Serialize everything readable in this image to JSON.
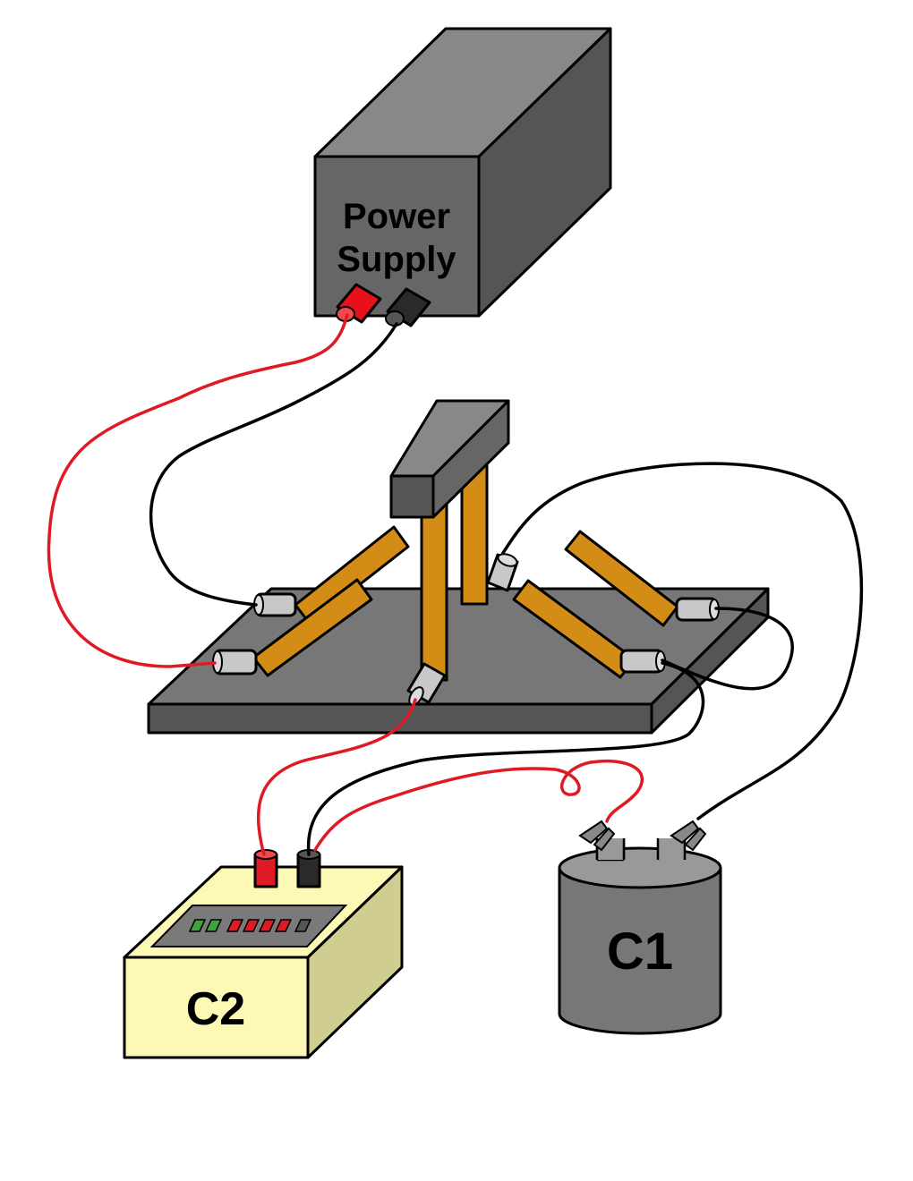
{
  "power_supply": {
    "label_line1": "Power",
    "label_line2": "Supply",
    "front_color": "#666666",
    "top_color": "#888888",
    "side_color": "#555555",
    "positive_terminal_color": "#e8101a",
    "negative_terminal_color": "#2a2a2a"
  },
  "device_c2": {
    "label": "C2",
    "front_color": "#fcf8b5",
    "top_color": "#fcf8b5",
    "side_color": "#cfcd8f",
    "display_color": "#7a7a7a",
    "led_colors": [
      "#3ca43c",
      "#3ca43c",
      "#e01a24",
      "#e01a24",
      "#e01a24",
      "#e01a24",
      "#555555"
    ]
  },
  "device_c1": {
    "label": "C1",
    "body_color": "#777777",
    "top_color": "#999999"
  },
  "fixture": {
    "base_top_color": "#777777",
    "base_side_color": "#555555",
    "strip_color": "#d38c15",
    "clamp_color": "#c8c8c8",
    "bar_color": "#666666"
  },
  "wires": {
    "red": "#e01a24",
    "black": "#000000"
  }
}
